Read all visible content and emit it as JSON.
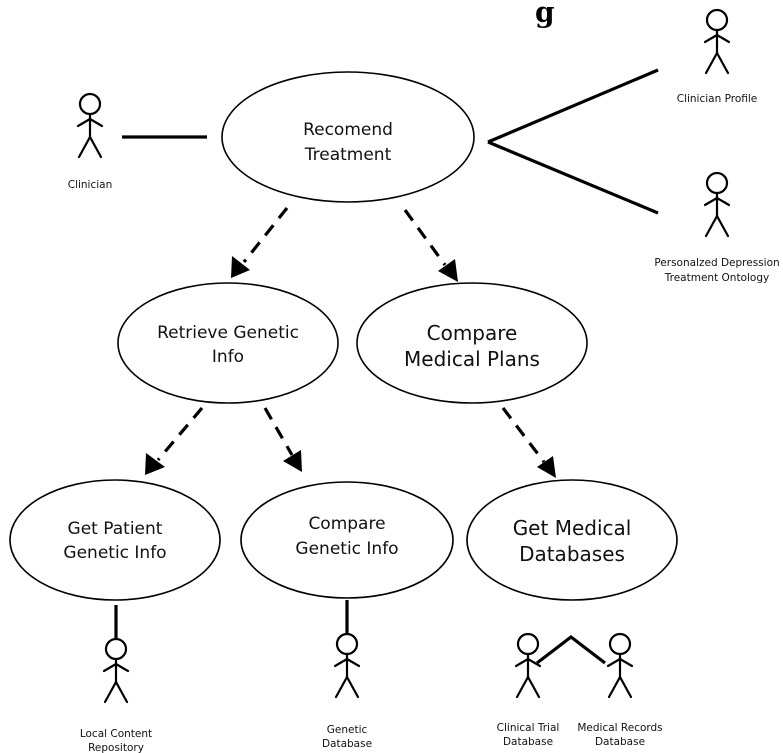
{
  "title_fragment": "g",
  "use_cases": {
    "recommend": [
      "Recomend",
      "Treatment"
    ],
    "retrieve": [
      "Retrieve Genetic",
      "Info"
    ],
    "compare_plans": [
      "Compare",
      "Medical Plans"
    ],
    "get_patient": [
      "Get Patient",
      "Genetic Info"
    ],
    "compare_genetic": [
      "Compare",
      "Genetic Info"
    ],
    "get_databases": [
      "Get Medical",
      "Databases"
    ]
  },
  "actors": {
    "clinician": [
      "Clinician"
    ],
    "clinician_profile": [
      "Clinician Profile"
    ],
    "ontology": [
      "Personalzed Depression",
      "Treatment Ontology"
    ],
    "local_repo": [
      "Local Content",
      "Repository"
    ],
    "genetic_db": [
      "Genetic",
      "Database"
    ],
    "clinical_trial": [
      "Clinical Trial",
      "Database"
    ],
    "medical_records": [
      "Medical Records",
      "Database"
    ]
  }
}
